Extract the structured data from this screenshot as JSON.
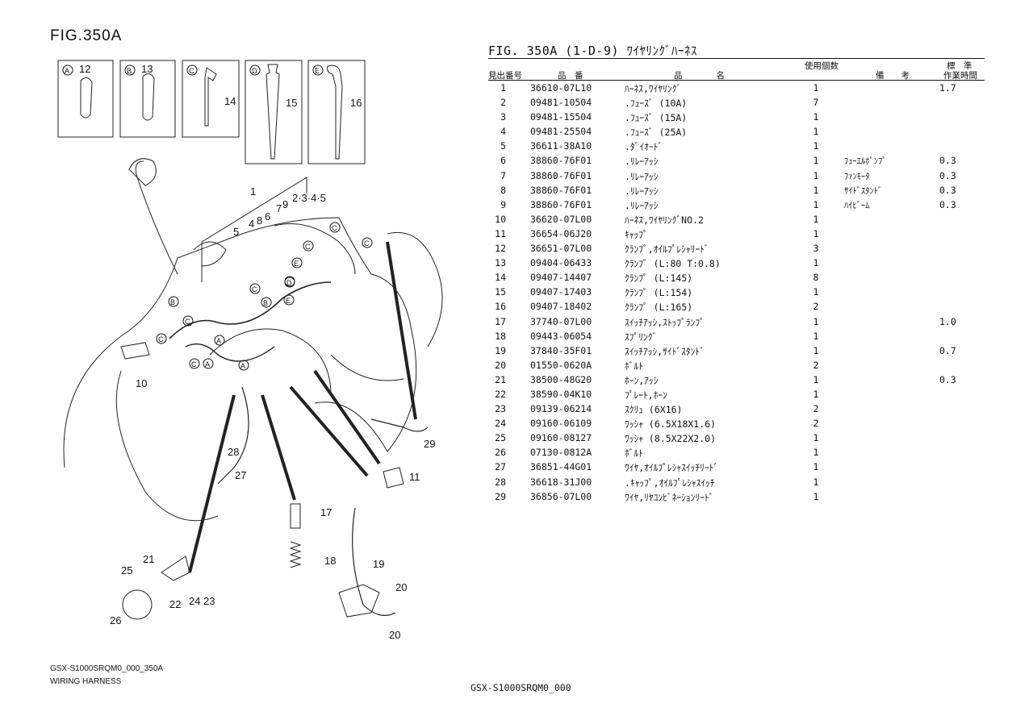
{
  "figure": {
    "title": "FIG.350A",
    "model_code": "GSX-S1000SRQM0_000_350A",
    "name": "WIRING HARNESS"
  },
  "table": {
    "title": "FIG. 350A (1-D-9) ﾜｲﾔﾘﾝｸﾞﾊｰﾈｽ",
    "headers": {
      "no": "見出番号",
      "part_number": "品　番",
      "name": "品　　　　名",
      "qty": "使用個数",
      "remarks": "備　　考",
      "std": "標　準",
      "time": "作業時間"
    },
    "rows": [
      {
        "no": "1",
        "pn": "36610-07L10",
        "name": "ﾊｰﾈｽ,ﾜｲﾔﾘﾝｸﾞ",
        "qty": "1",
        "rm": "",
        "tm": "1.7"
      },
      {
        "no": "2",
        "pn": "09481-10504",
        "name": ".ﾌｭｰｽﾞ (10A)",
        "qty": "7",
        "rm": "",
        "tm": ""
      },
      {
        "no": "3",
        "pn": "09481-15504",
        "name": ".ﾌｭｰｽﾞ (15A)",
        "qty": "1",
        "rm": "",
        "tm": ""
      },
      {
        "no": "4",
        "pn": "09481-25504",
        "name": ".ﾌｭｰｽﾞ (25A)",
        "qty": "1",
        "rm": "",
        "tm": ""
      },
      {
        "no": "5",
        "pn": "36611-38A10",
        "name": ".ﾀﾞｲｵｰﾄﾞ",
        "qty": "1",
        "rm": "",
        "tm": ""
      },
      {
        "no": "6",
        "pn": "38860-76F01",
        "name": ".ﾘﾚｰｱｯｼ",
        "qty": "1",
        "rm": "ﾌｭｰｴﾙﾎﾟﾝﾌﾟ",
        "tm": "0.3"
      },
      {
        "no": "7",
        "pn": "38860-76F01",
        "name": ".ﾘﾚｰｱｯｼ",
        "qty": "1",
        "rm": "ﾌｧﾝﾓｰﾀ",
        "tm": "0.3"
      },
      {
        "no": "8",
        "pn": "38860-76F01",
        "name": ".ﾘﾚｰｱｯｼ",
        "qty": "1",
        "rm": "ｻｲﾄﾞｽﾀﾝﾄﾞ",
        "tm": "0.3"
      },
      {
        "no": "9",
        "pn": "38860-76F01",
        "name": ".ﾘﾚｰｱｯｼ",
        "qty": "1",
        "rm": "ﾊｲﾋﾞｰﾑ",
        "tm": "0.3"
      },
      {
        "no": "10",
        "pn": "36620-07L00",
        "name": "ﾊｰﾈｽ,ﾜｲﾔﾘﾝｸﾞNO.2",
        "qty": "1",
        "rm": "",
        "tm": ""
      },
      {
        "no": "11",
        "pn": "36654-06J20",
        "name": "ｷｬｯﾌﾟ",
        "qty": "1",
        "rm": "",
        "tm": ""
      },
      {
        "no": "12",
        "pn": "36651-07L00",
        "name": "ｸﾗﾝﾌﾟ,ｵｲﾙﾌﾟﾚｼｬﾘｰﾄﾞ",
        "qty": "3",
        "rm": "",
        "tm": ""
      },
      {
        "no": "13",
        "pn": "09404-06433",
        "name": "ｸﾗﾝﾌﾟ (L:80 T:0.8)",
        "qty": "1",
        "rm": "",
        "tm": ""
      },
      {
        "no": "14",
        "pn": "09407-14407",
        "name": "ｸﾗﾝﾌﾟ (L:145)",
        "qty": "8",
        "rm": "",
        "tm": ""
      },
      {
        "no": "15",
        "pn": "09407-17403",
        "name": "ｸﾗﾝﾌﾟ (L:154)",
        "qty": "1",
        "rm": "",
        "tm": ""
      },
      {
        "no": "16",
        "pn": "09407-18402",
        "name": "ｸﾗﾝﾌﾟ (L:165)",
        "qty": "2",
        "rm": "",
        "tm": ""
      },
      {
        "no": "17",
        "pn": "37740-07L00",
        "name": "ｽｲｯﾁｱｯｼ,ｽﾄｯﾌﾟﾗﾝﾌﾟ",
        "qty": "1",
        "rm": "",
        "tm": "1.0"
      },
      {
        "no": "18",
        "pn": "09443-06054",
        "name": "ｽﾌﾟﾘﾝｸﾞ",
        "qty": "1",
        "rm": "",
        "tm": ""
      },
      {
        "no": "19",
        "pn": "37840-35F01",
        "name": "ｽｲｯﾁｱｯｼ,ｻｲﾄﾞｽﾀﾝﾄﾞ",
        "qty": "1",
        "rm": "",
        "tm": "0.7"
      },
      {
        "no": "20",
        "pn": "01550-0620A",
        "name": "ﾎﾞﾙﾄ",
        "qty": "2",
        "rm": "",
        "tm": ""
      },
      {
        "no": "21",
        "pn": "38500-48G20",
        "name": "ﾎｰﾝ,ｱｯｼ",
        "qty": "1",
        "rm": "",
        "tm": "0.3"
      },
      {
        "no": "22",
        "pn": "38590-04K10",
        "name": "ﾌﾟﾚｰﾄ,ﾎｰﾝ",
        "qty": "1",
        "rm": "",
        "tm": ""
      },
      {
        "no": "23",
        "pn": "09139-06214",
        "name": "ｽｸﾘｭ (6X16)",
        "qty": "2",
        "rm": "",
        "tm": ""
      },
      {
        "no": "24",
        "pn": "09160-06109",
        "name": "ﾜｯｼｬ (6.5X18X1.6)",
        "qty": "2",
        "rm": "",
        "tm": ""
      },
      {
        "no": "25",
        "pn": "09160-08127",
        "name": "ﾜｯｼｬ (8.5X22X2.0)",
        "qty": "1",
        "rm": "",
        "tm": ""
      },
      {
        "no": "26",
        "pn": "07130-0812A",
        "name": "ﾎﾞﾙﾄ",
        "qty": "1",
        "rm": "",
        "tm": ""
      },
      {
        "no": "27",
        "pn": "36851-44G01",
        "name": "ﾜｲﾔ,ｵｲﾙﾌﾟﾚｼｬｽｲｯﾁﾘｰﾄﾞ",
        "qty": "1",
        "rm": "",
        "tm": ""
      },
      {
        "no": "28",
        "pn": "36618-31J00",
        "name": ".ｷｬｯﾌﾟ,ｵｲﾙﾌﾟﾚｼｬｽｲｯﾁ",
        "qty": "1",
        "rm": "",
        "tm": ""
      },
      {
        "no": "29",
        "pn": "36856-07L00",
        "name": "ﾜｲﾔ,ﾘﾔｺﾝﾋﾞﾈｰｼｮﾝﾘｰﾄﾞ",
        "qty": "1",
        "rm": "",
        "tm": ""
      }
    ]
  },
  "footer": "GSX-S1000SRQM0_000",
  "diagram": {
    "detail_boxes": [
      {
        "letter": "A",
        "num": "12"
      },
      {
        "letter": "B",
        "num": "13"
      },
      {
        "letter": "C",
        "num": "14"
      },
      {
        "letter": "D",
        "num": "15"
      },
      {
        "letter": "E",
        "num": "16"
      }
    ],
    "callouts": {
      "c1": "1",
      "c2345": "2·3·4·5",
      "c4": "4",
      "c5": "5",
      "c6": "6",
      "c7": "7",
      "c8": "8",
      "c9": "9",
      "c10": "10",
      "c11": "11",
      "c17": "17",
      "c18": "18",
      "c19": "19",
      "c20a": "20",
      "c20b": "20",
      "c21": "21",
      "c22": "22",
      "c23": "23",
      "c24": "24",
      "c25": "25",
      "c26": "26",
      "c27": "27",
      "c28": "28",
      "c29": "29"
    },
    "letters": {
      "a": "A",
      "b": "B",
      "c": "C",
      "d": "D",
      "e": "E"
    }
  }
}
